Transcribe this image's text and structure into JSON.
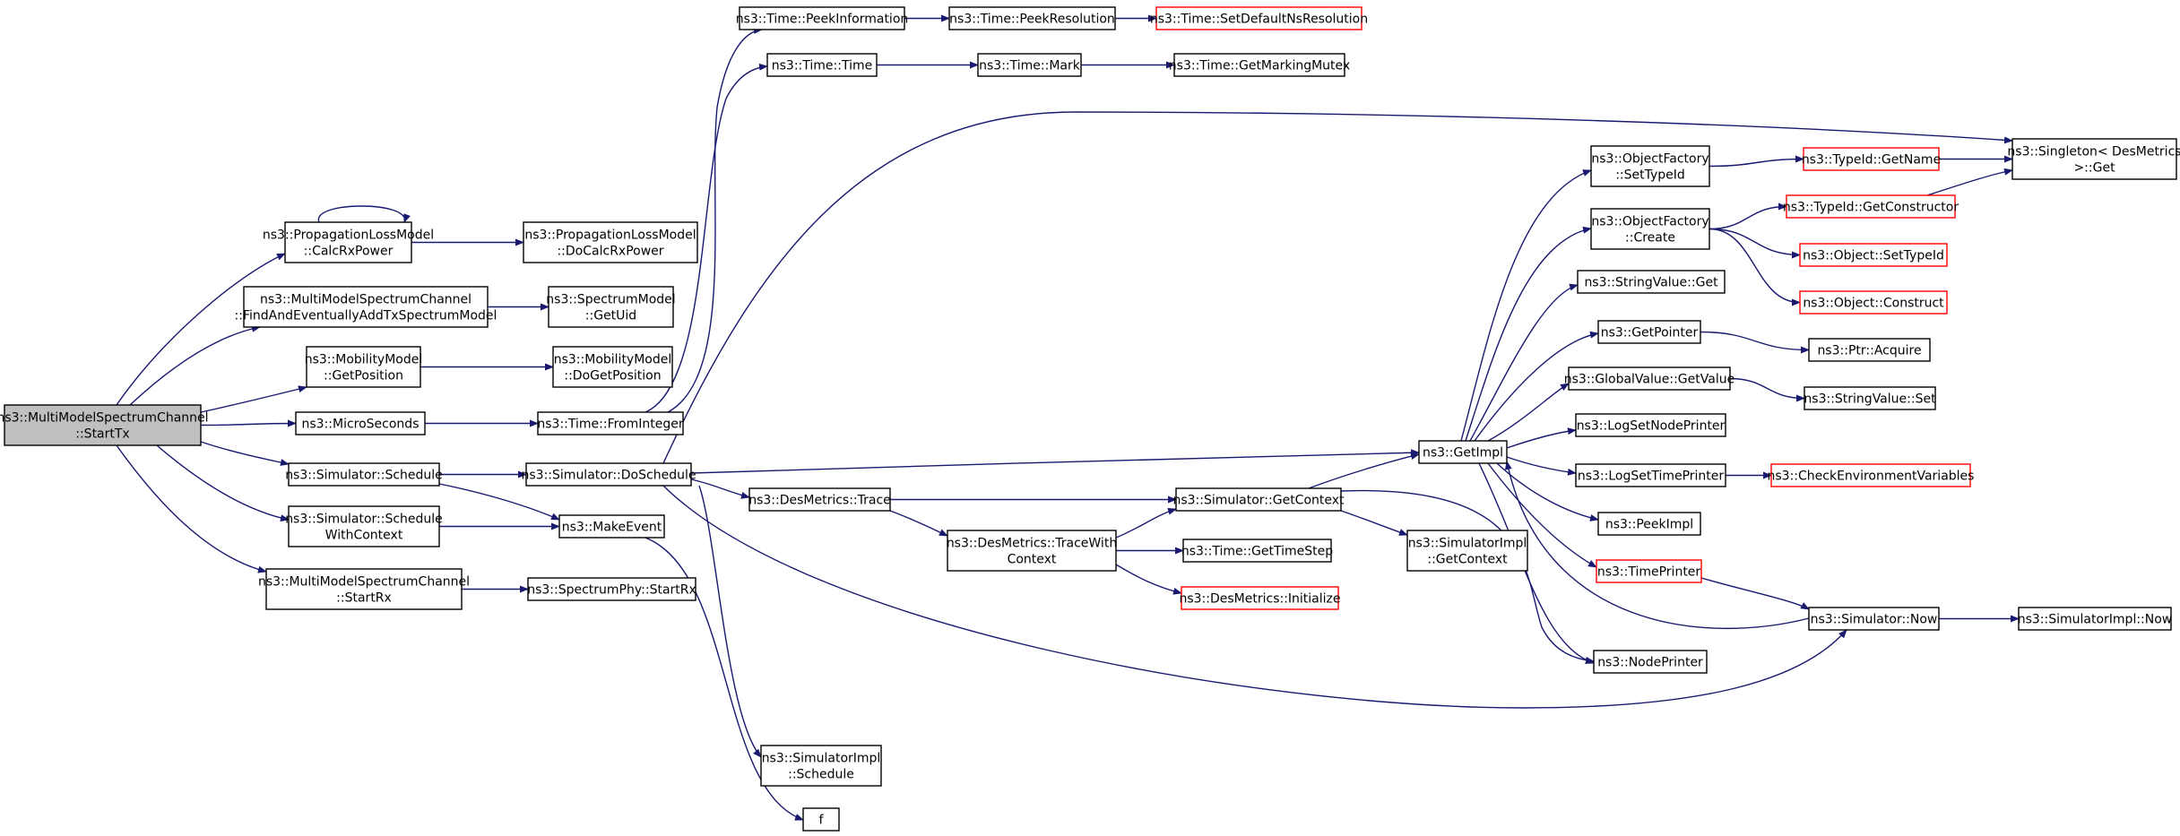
{
  "colors": {
    "edge": "#191970",
    "normal_border": "#000000",
    "truncated_border": "#ff0000",
    "root_fill": "#bfbfbf"
  },
  "nodes": [
    {
      "id": "startTx",
      "lines": [
        "ns3::MultiModelSpectrumChannel",
        "::StartTx"
      ],
      "style": "root"
    },
    {
      "id": "calcRxPower",
      "lines": [
        "ns3::PropagationLossModel",
        "::CalcRxPower"
      ],
      "style": "normal"
    },
    {
      "id": "doCalcRxPower",
      "lines": [
        "ns3::PropagationLossModel",
        "::DoCalcRxPower"
      ],
      "style": "normal"
    },
    {
      "id": "findAndAdd",
      "lines": [
        "ns3::MultiModelSpectrumChannel",
        "::FindAndEventuallyAddTxSpectrumModel"
      ],
      "style": "normal"
    },
    {
      "id": "getUid",
      "lines": [
        "ns3::SpectrumModel",
        "::GetUid"
      ],
      "style": "normal"
    },
    {
      "id": "getPosition",
      "lines": [
        "ns3::MobilityModel",
        "::GetPosition"
      ],
      "style": "normal"
    },
    {
      "id": "doGetPosition",
      "lines": [
        "ns3::MobilityModel",
        "::DoGetPosition"
      ],
      "style": "normal"
    },
    {
      "id": "microSeconds",
      "lines": [
        "ns3::MicroSeconds"
      ],
      "style": "normal"
    },
    {
      "id": "fromInteger",
      "lines": [
        "ns3::Time::FromInteger"
      ],
      "style": "normal"
    },
    {
      "id": "peekInformation",
      "lines": [
        "ns3::Time::PeekInformation"
      ],
      "style": "normal"
    },
    {
      "id": "peekResolution",
      "lines": [
        "ns3::Time::PeekResolution"
      ],
      "style": "normal"
    },
    {
      "id": "setDefaultNsRes",
      "lines": [
        "ns3::Time::SetDefaultNsResolution"
      ],
      "style": "truncated"
    },
    {
      "id": "timeTime",
      "lines": [
        "ns3::Time::Time"
      ],
      "style": "normal"
    },
    {
      "id": "timeMark",
      "lines": [
        "ns3::Time::Mark"
      ],
      "style": "normal"
    },
    {
      "id": "getMarkingMutex",
      "lines": [
        "ns3::Time::GetMarkingMutex"
      ],
      "style": "normal"
    },
    {
      "id": "simSchedule",
      "lines": [
        "ns3::Simulator::Schedule"
      ],
      "style": "normal"
    },
    {
      "id": "doSchedule",
      "lines": [
        "ns3::Simulator::DoSchedule"
      ],
      "style": "normal"
    },
    {
      "id": "scheduleWithContext",
      "lines": [
        "ns3::Simulator::Schedule",
        "WithContext"
      ],
      "style": "normal"
    },
    {
      "id": "makeEvent",
      "lines": [
        "ns3::MakeEvent"
      ],
      "style": "normal"
    },
    {
      "id": "startRx",
      "lines": [
        "ns3::MultiModelSpectrumChannel",
        "::StartRx"
      ],
      "style": "normal"
    },
    {
      "id": "phyStartRx",
      "lines": [
        "ns3::SpectrumPhy::StartRx"
      ],
      "style": "normal"
    },
    {
      "id": "desTrace",
      "lines": [
        "ns3::DesMetrics::Trace"
      ],
      "style": "normal"
    },
    {
      "id": "traceWithContext",
      "lines": [
        "ns3::DesMetrics::TraceWith",
        "Context"
      ],
      "style": "normal"
    },
    {
      "id": "simImplSchedule",
      "lines": [
        "ns3::SimulatorImpl",
        "::Schedule"
      ],
      "style": "normal"
    },
    {
      "id": "f",
      "lines": [
        "f"
      ],
      "style": "normal"
    },
    {
      "id": "getContext",
      "lines": [
        "ns3::Simulator::GetContext"
      ],
      "style": "normal"
    },
    {
      "id": "getTimeStep",
      "lines": [
        "ns3::Time::GetTimeStep"
      ],
      "style": "normal"
    },
    {
      "id": "desInitialize",
      "lines": [
        "ns3::DesMetrics::Initialize"
      ],
      "style": "truncated"
    },
    {
      "id": "simImplGetContext",
      "lines": [
        "ns3::SimulatorImpl",
        "::GetContext"
      ],
      "style": "normal"
    },
    {
      "id": "getImpl",
      "lines": [
        "ns3::GetImpl"
      ],
      "style": "normal"
    },
    {
      "id": "ofSetTypeId",
      "lines": [
        "ns3::ObjectFactory",
        "::SetTypeId"
      ],
      "style": "normal"
    },
    {
      "id": "ofCreate",
      "lines": [
        "ns3::ObjectFactory",
        "::Create"
      ],
      "style": "normal"
    },
    {
      "id": "stringValueGet",
      "lines": [
        "ns3::StringValue::Get"
      ],
      "style": "normal"
    },
    {
      "id": "getPointer",
      "lines": [
        "ns3::GetPointer"
      ],
      "style": "normal"
    },
    {
      "id": "globalValueGet",
      "lines": [
        "ns3::GlobalValue::GetValue"
      ],
      "style": "normal"
    },
    {
      "id": "logSetNodePrinter",
      "lines": [
        "ns3::LogSetNodePrinter"
      ],
      "style": "normal"
    },
    {
      "id": "logSetTimePrinter",
      "lines": [
        "ns3::LogSetTimePrinter"
      ],
      "style": "normal"
    },
    {
      "id": "peekImpl",
      "lines": [
        "ns3::PeekImpl"
      ],
      "style": "normal"
    },
    {
      "id": "timePrinter",
      "lines": [
        "ns3::TimePrinter"
      ],
      "style": "truncated"
    },
    {
      "id": "nodePrinter",
      "lines": [
        "ns3::NodePrinter"
      ],
      "style": "normal"
    },
    {
      "id": "typeIdGetName",
      "lines": [
        "ns3::TypeId::GetName"
      ],
      "style": "truncated"
    },
    {
      "id": "typeIdGetCtor",
      "lines": [
        "ns3::TypeId::GetConstructor"
      ],
      "style": "truncated"
    },
    {
      "id": "objSetTypeId",
      "lines": [
        "ns3::Object::SetTypeId"
      ],
      "style": "truncated"
    },
    {
      "id": "objConstruct",
      "lines": [
        "ns3::Object::Construct"
      ],
      "style": "truncated"
    },
    {
      "id": "ptrAcquire",
      "lines": [
        "ns3::Ptr::Acquire"
      ],
      "style": "normal"
    },
    {
      "id": "stringValueSet",
      "lines": [
        "ns3::StringValue::Set"
      ],
      "style": "normal"
    },
    {
      "id": "checkEnvVars",
      "lines": [
        "ns3::CheckEnvironmentVariables"
      ],
      "style": "truncated"
    },
    {
      "id": "simNow",
      "lines": [
        "ns3::Simulator::Now"
      ],
      "style": "normal"
    },
    {
      "id": "simImplNow",
      "lines": [
        "ns3::SimulatorImpl::Now"
      ],
      "style": "normal"
    },
    {
      "id": "singletonGet",
      "lines": [
        "ns3::Singleton< DesMetrics",
        ">::Get"
      ],
      "style": "normal"
    }
  ],
  "edges": [
    [
      "startTx",
      "calcRxPower"
    ],
    [
      "calcRxPower",
      "calcRxPower"
    ],
    [
      "calcRxPower",
      "doCalcRxPower"
    ],
    [
      "startTx",
      "findAndAdd"
    ],
    [
      "findAndAdd",
      "getUid"
    ],
    [
      "startTx",
      "getPosition"
    ],
    [
      "getPosition",
      "doGetPosition"
    ],
    [
      "startTx",
      "microSeconds"
    ],
    [
      "microSeconds",
      "fromInteger"
    ],
    [
      "fromInteger",
      "peekInformation"
    ],
    [
      "fromInteger",
      "timeTime"
    ],
    [
      "peekInformation",
      "peekResolution"
    ],
    [
      "peekResolution",
      "setDefaultNsRes"
    ],
    [
      "timeTime",
      "timeMark"
    ],
    [
      "timeMark",
      "getMarkingMutex"
    ],
    [
      "startTx",
      "simSchedule"
    ],
    [
      "startTx",
      "scheduleWithContext"
    ],
    [
      "startTx",
      "startRx"
    ],
    [
      "simSchedule",
      "doSchedule"
    ],
    [
      "simSchedule",
      "makeEvent"
    ],
    [
      "scheduleWithContext",
      "makeEvent"
    ],
    [
      "startRx",
      "phyStartRx"
    ],
    [
      "doSchedule",
      "singletonGet"
    ],
    [
      "doSchedule",
      "getImpl"
    ],
    [
      "doSchedule",
      "desTrace"
    ],
    [
      "doSchedule",
      "simImplSchedule"
    ],
    [
      "doSchedule",
      "simNow"
    ],
    [
      "makeEvent",
      "f"
    ],
    [
      "desTrace",
      "getContext"
    ],
    [
      "desTrace",
      "traceWithContext"
    ],
    [
      "traceWithContext",
      "getContext"
    ],
    [
      "traceWithContext",
      "getTimeStep"
    ],
    [
      "traceWithContext",
      "desInitialize"
    ],
    [
      "getContext",
      "getImpl"
    ],
    [
      "getContext",
      "simImplGetContext"
    ],
    [
      "getContext",
      "nodePrinter"
    ],
    [
      "getImpl",
      "ofSetTypeId"
    ],
    [
      "getImpl",
      "ofCreate"
    ],
    [
      "getImpl",
      "stringValueGet"
    ],
    [
      "getImpl",
      "getPointer"
    ],
    [
      "getImpl",
      "globalValueGet"
    ],
    [
      "getImpl",
      "logSetNodePrinter"
    ],
    [
      "getImpl",
      "logSetTimePrinter"
    ],
    [
      "getImpl",
      "peekImpl"
    ],
    [
      "getImpl",
      "timePrinter"
    ],
    [
      "getImpl",
      "nodePrinter"
    ],
    [
      "ofSetTypeId",
      "typeIdGetName"
    ],
    [
      "ofCreate",
      "typeIdGetCtor"
    ],
    [
      "ofCreate",
      "objSetTypeId"
    ],
    [
      "ofCreate",
      "objConstruct"
    ],
    [
      "typeIdGetName",
      "singletonGet"
    ],
    [
      "typeIdGetCtor",
      "singletonGet"
    ],
    [
      "getPointer",
      "ptrAcquire"
    ],
    [
      "globalValueGet",
      "stringValueSet"
    ],
    [
      "logSetTimePrinter",
      "checkEnvVars"
    ],
    [
      "timePrinter",
      "simNow"
    ],
    [
      "simNow",
      "getImpl"
    ],
    [
      "simNow",
      "simImplNow"
    ]
  ]
}
